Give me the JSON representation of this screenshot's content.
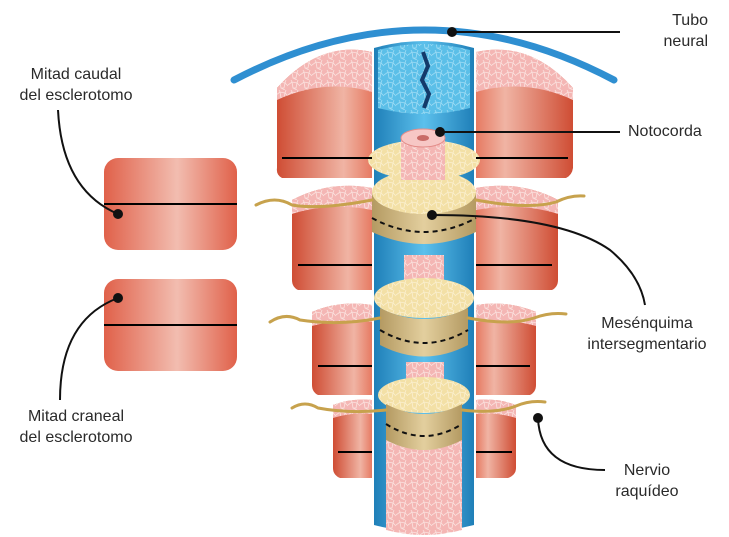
{
  "labels": {
    "tubo_neural": [
      "Tubo",
      "neural"
    ],
    "notocorda": [
      "Notocorda"
    ],
    "mitad_caudal": [
      "Mitad caudal",
      "del esclerotomo"
    ],
    "mitad_craneal": [
      "Mitad craneal",
      "del esclerotomo"
    ],
    "mesenquima": [
      "Mesénquima",
      "intersegmentario"
    ],
    "nervio": [
      "Nervio",
      "raquídeo"
    ]
  },
  "colors": {
    "neural_tube": "#3da3d8",
    "neural_tube_dark": "#1f7fb8",
    "sclerotome_dark": "#d9553a",
    "sclerotome_light": "#f2c2b2",
    "mesenchyme": "#d9c08c",
    "disc_core": "#f3dfa8",
    "notochord_pink": "#f0a8a8",
    "nerve": "#c7a24d",
    "ectoderm_arc": "#2f8fd1"
  }
}
